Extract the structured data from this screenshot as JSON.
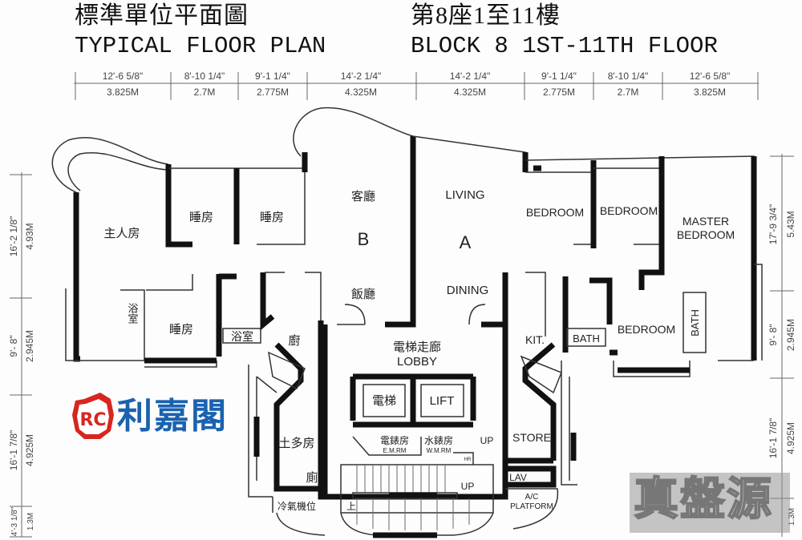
{
  "header": {
    "title_cn": "標準單位平面圖",
    "title_en": "TYPICAL FLOOR PLAN",
    "block_cn": "第8座1至11樓",
    "block_en": "BLOCK 8 1ST-11TH FLOOR"
  },
  "top_dimensions": [
    {
      "imperial": "12'-6 5/8\"",
      "metric": "3.825M"
    },
    {
      "imperial": "8'-10 1/4\"",
      "metric": "2.7M"
    },
    {
      "imperial": "9'-1 1/4\"",
      "metric": "2.775M"
    },
    {
      "imperial": "14'-2 1/4\"",
      "metric": "4.325M"
    },
    {
      "imperial": "14'-2 1/4\"",
      "metric": "4.325M"
    },
    {
      "imperial": "9'-1 1/4\"",
      "metric": "2.775M"
    },
    {
      "imperial": "8'-10 1/4\"",
      "metric": "2.7M"
    },
    {
      "imperial": "12'-6 5/8\"",
      "metric": "3.825M"
    }
  ],
  "left_dimensions": [
    {
      "imperial": "16'-2 1/8\"",
      "metric": "4.93M"
    },
    {
      "imperial": "9'- 8\"",
      "metric": "2.945M"
    },
    {
      "imperial": "16'-1 7/8\"",
      "metric": "4.925M"
    },
    {
      "imperial": "4'-3 1/8\"",
      "metric": "1.3M"
    }
  ],
  "right_dimensions": [
    {
      "imperial": "17'-9 3/4\"",
      "metric": "5.43M"
    },
    {
      "imperial": "9'- 8\"",
      "metric": "2.945M"
    },
    {
      "imperial": "16'-1 7/8\"",
      "metric": "4.925M"
    },
    {
      "imperial": "",
      "metric": "1.3M"
    }
  ],
  "unit_b": {
    "master_bedroom": "主人房",
    "bedroom_1": "睡房",
    "bedroom_2": "睡房",
    "bedroom_3": "睡房",
    "living": "客廳",
    "unit_letter": "B",
    "dining": "飯廳",
    "bathroom_1": "浴室",
    "bathroom_2": "浴室",
    "kitchen": "廚",
    "store": "土多房",
    "lavatory": "廁",
    "ac_platform": "冷氣機位",
    "stair_up": "上"
  },
  "unit_a": {
    "living": "LIVING",
    "unit_letter": "A",
    "dining": "DINING",
    "bedroom_1": "BEDROOM",
    "bedroom_2": "BEDROOM",
    "master_bedroom_1": "MASTER",
    "master_bedroom_2": "BEDROOM",
    "bedroom_3": "BEDROOM",
    "kitchen": "KIT.",
    "bath_1": "BATH",
    "bath_2": "BATH",
    "store": "STORE",
    "lavatory": "LAV",
    "ac_platform_1": "A/C",
    "ac_platform_2": "PLATFORM"
  },
  "core": {
    "lobby_cn": "電梯走廊",
    "lobby_en": "LOBBY",
    "lift_cn": "電梯",
    "lift_en": "LIFT",
    "em_room_cn": "電錶房",
    "em_room_en": "E.M.RM",
    "wm_room_cn": "水錶房",
    "wm_room_en": "W.M.RM",
    "up_1": "UP",
    "up_2": "UP",
    "hr": "HR"
  },
  "branding": {
    "logo_text": "利嘉閣",
    "logo_mark": "RC",
    "watermark": "真盤源",
    "logo_red": "#d8251f",
    "logo_blue": "#1a62b0"
  }
}
